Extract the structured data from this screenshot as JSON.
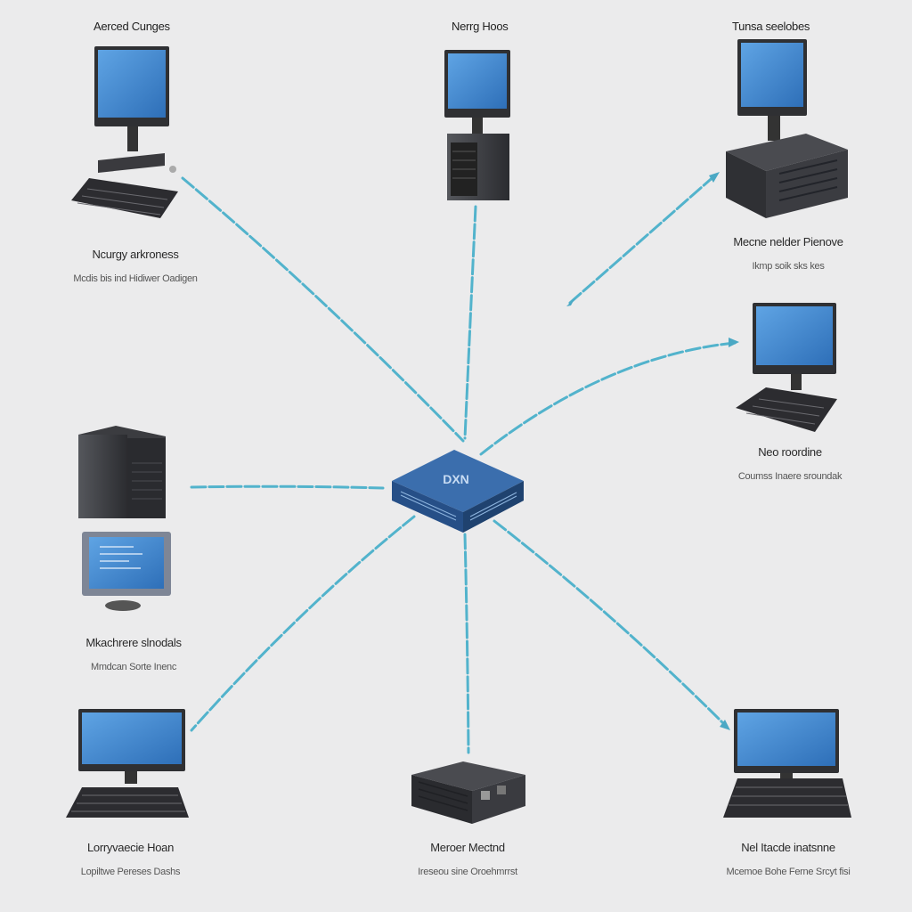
{
  "nodes": [
    {
      "id": "n1",
      "top_label": "Aerced Cunges",
      "title": "",
      "subtitle": ""
    },
    {
      "id": "n2",
      "top_label": "",
      "title": "Ncurgy arkroness",
      "subtitle": "Mcdis bis ind Hidiwer Oadigen"
    },
    {
      "id": "n3",
      "top_label": "Nerrg Hoos",
      "title": "",
      "subtitle": ""
    },
    {
      "id": "n4",
      "top_label": "Tunsa seelobes",
      "title": "Mecne nelder Pienove",
      "subtitle": "Ikmp soik sks kes"
    },
    {
      "id": "n5",
      "top_label": "",
      "title": "Neo roordine",
      "subtitle": "Coumss Inaere sroundak"
    },
    {
      "id": "n6",
      "top_label": "",
      "title": "Mkachrere slnodals",
      "subtitle": "Mmdcan Sorte Inenc"
    },
    {
      "id": "n7",
      "top_label": "",
      "title": "Lorryvaecie Hoan",
      "subtitle": "Lopiltwe Pereses Dashs"
    },
    {
      "id": "n8",
      "top_label": "",
      "title": "Meroer Mectnd",
      "subtitle": "Ireseou sine Oroehmrrst"
    },
    {
      "id": "n9",
      "top_label": "",
      "title": "Nel Itacde inatsnne",
      "subtitle": "Mcemoe Bohe Ferne Srcyt fisi"
    }
  ],
  "hub": {
    "badge": "DXN"
  },
  "colors": {
    "background": "#ebebec",
    "screen": "#3f86cf",
    "device": "#3a3a3e",
    "hub": "#2e5e9c",
    "cable": "#4fb4cc"
  }
}
